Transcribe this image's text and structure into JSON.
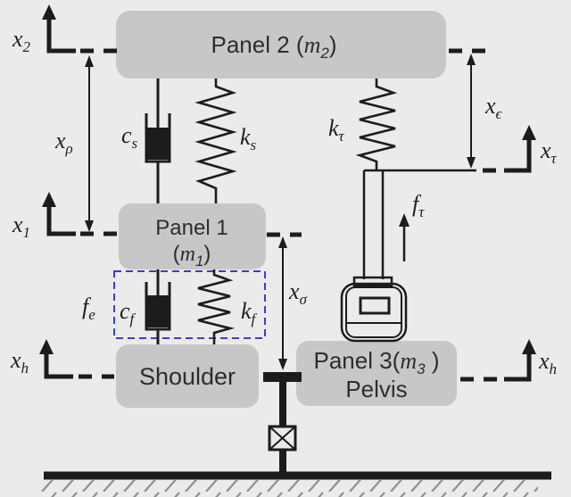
{
  "title": "Seat-occupant mass-spring-damper model diagram",
  "colors": {
    "background": "#ebebeb",
    "panel_fill": "#c7c7c7",
    "line": "#1c1c1c",
    "text": "#2d2d2d",
    "actuator_fill": "#ededed",
    "cross_box_fill": "#fafafa",
    "blue_dash": "#3c3cd0",
    "hatch": "#8f8f8f"
  },
  "panels": {
    "panel2": {
      "pre": "Panel 2 (",
      "var": "m",
      "sub": "2",
      "post": ")"
    },
    "panel1": {
      "line1": "Panel 1",
      "pre": "(",
      "var": "m",
      "sub": "1",
      "post": ")"
    },
    "shoulder": {
      "label": "Shoulder"
    },
    "panel3": {
      "pre": "Panel 3(",
      "var": "m",
      "sub": "3",
      "post": " )",
      "line2": "Pelvis"
    }
  },
  "labels": {
    "x2": {
      "base": "x",
      "sub": "2"
    },
    "x1": {
      "base": "x",
      "sub": "1"
    },
    "x_rho": {
      "base": "x",
      "sub": "ρ"
    },
    "x_sigma": {
      "base": "x",
      "sub": "σ"
    },
    "x_epsilon": {
      "base": "x",
      "sub": "ϵ"
    },
    "x_tau": {
      "base": "x",
      "sub": "τ"
    },
    "x_h_left": {
      "base": "x",
      "sub": "h"
    },
    "x_h_right": {
      "base": "x",
      "sub": "h"
    },
    "c_s": {
      "base": "c",
      "sub": "s"
    },
    "k_s": {
      "base": "k",
      "sub": "s"
    },
    "c_f": {
      "base": "c",
      "sub": "f"
    },
    "k_f": {
      "base": "k",
      "sub": "f"
    },
    "k_tau": {
      "base": "k",
      "sub": "τ"
    },
    "f_e": {
      "base": "f",
      "sub": "e"
    },
    "f_tau": {
      "base": "f",
      "sub": "τ"
    }
  }
}
